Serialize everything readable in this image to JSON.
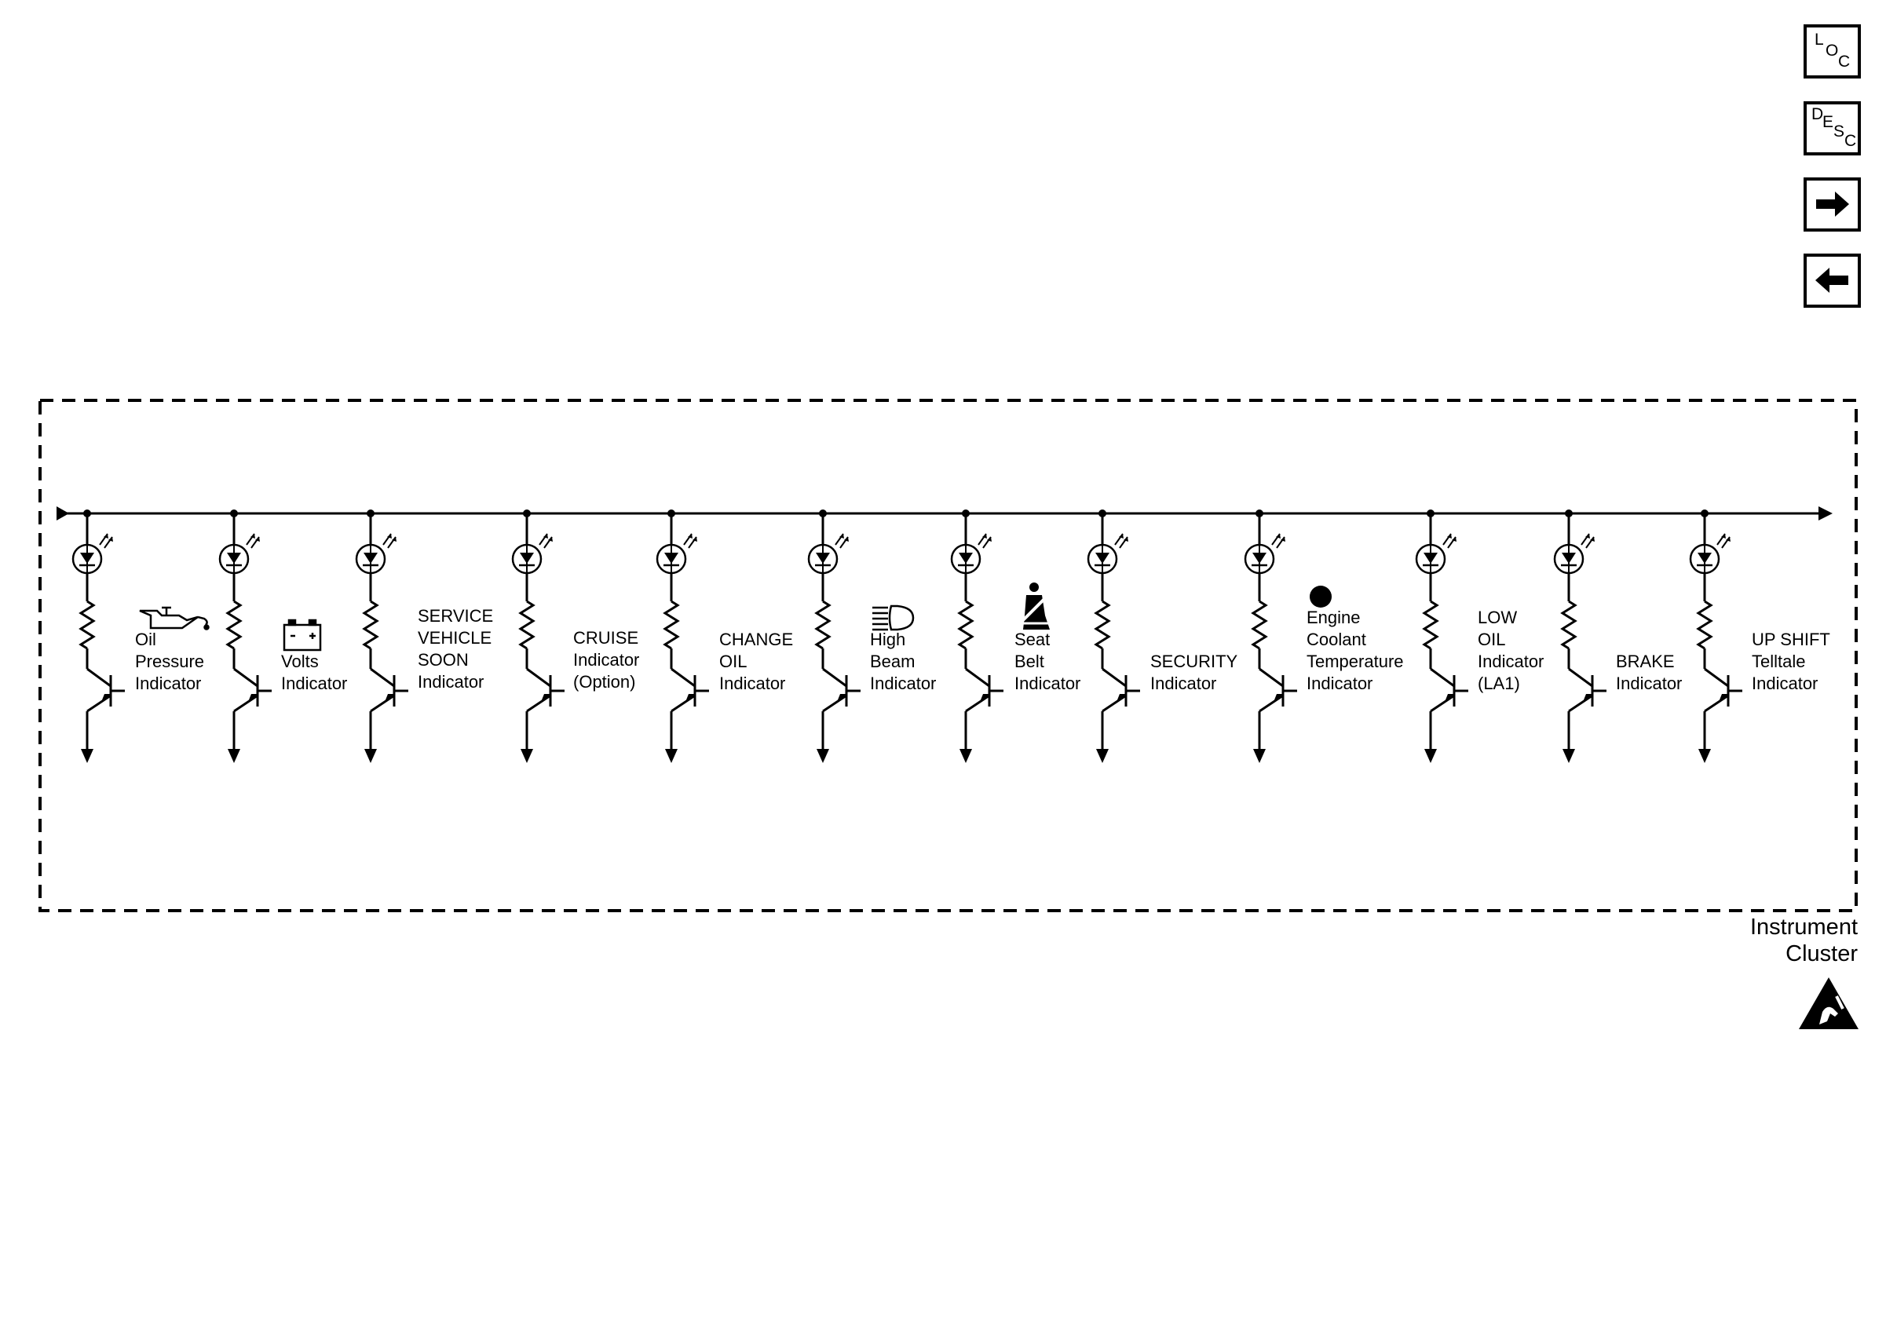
{
  "nav_buttons": [
    {
      "name": "loc-button",
      "letters": [
        "L",
        "O",
        "C"
      ]
    },
    {
      "name": "desc-button",
      "letters": [
        "D",
        "E",
        "S",
        "C"
      ]
    },
    {
      "name": "next-button",
      "icon": "arrow-right-icon"
    },
    {
      "name": "previous-button",
      "icon": "arrow-left-icon"
    }
  ],
  "module": {
    "label_line1": "Instrument",
    "label_line2": "Cluster",
    "warning_icon": "esd-warning-icon"
  },
  "indicators": [
    {
      "id": "oil-pressure",
      "label": [
        "Oil",
        "Pressure",
        "Indicator"
      ],
      "icon": "oil-can-icon"
    },
    {
      "id": "volts",
      "label": [
        "Volts",
        "Indicator"
      ],
      "icon": "battery-icon"
    },
    {
      "id": "service-vehicle-soon",
      "label": [
        "SERVICE",
        "VEHICLE",
        "SOON",
        "Indicator"
      ]
    },
    {
      "id": "cruise",
      "label": [
        "CRUISE",
        "Indicator",
        "(Option)"
      ]
    },
    {
      "id": "change-oil",
      "label": [
        "CHANGE",
        "OIL",
        "Indicator"
      ]
    },
    {
      "id": "high-beam",
      "label": [
        "High",
        "Beam",
        "Indicator"
      ],
      "icon": "headlamp-icon"
    },
    {
      "id": "seat-belt",
      "label": [
        "Seat",
        "Belt",
        "Indicator"
      ],
      "icon": "seat-belt-icon"
    },
    {
      "id": "security",
      "label": [
        "SECURITY",
        "Indicator"
      ]
    },
    {
      "id": "engine-coolant",
      "label": [
        "Engine",
        "Coolant",
        "Temperature",
        "Indicator"
      ],
      "icon": "filled-circle-icon"
    },
    {
      "id": "low-oil",
      "label": [
        "LOW",
        "OIL",
        "Indicator",
        "(LA1)"
      ]
    },
    {
      "id": "brake",
      "label": [
        "BRAKE",
        "Indicator"
      ]
    },
    {
      "id": "up-shift",
      "label": [
        "UP SHIFT",
        "Telltale",
        "Indicator"
      ]
    }
  ]
}
